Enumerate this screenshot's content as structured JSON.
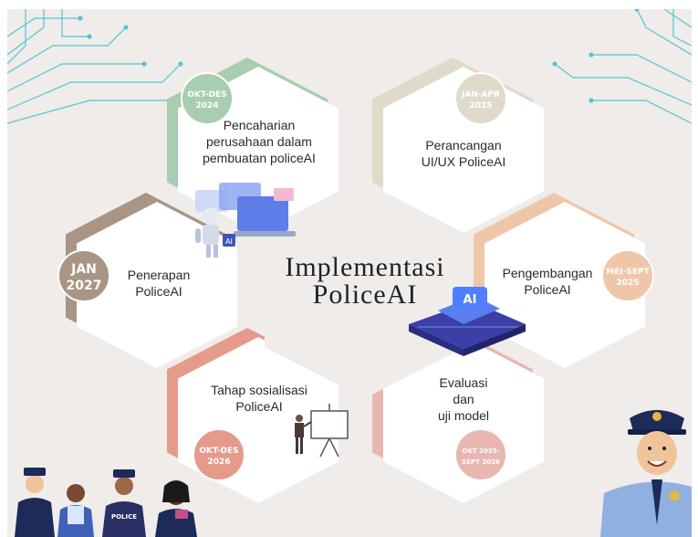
{
  "title": [
    "Implementasi",
    "PoliceAI"
  ],
  "stages": [
    {
      "id": "top-left",
      "date_lines": [
        "OKT-DES",
        "2024"
      ],
      "text_lines": [
        "Pencaharian",
        "perusahaan dalam",
        "pembuatan policeAI"
      ],
      "color": "#a8cdb0"
    },
    {
      "id": "top-right",
      "date_lines": [
        "JAN-APR",
        "2025"
      ],
      "text_lines": [
        "Perancangan",
        "UI/UX PoliceAI"
      ],
      "color": "#e0dacb"
    },
    {
      "id": "right",
      "date_lines": [
        "MEI-SEPT",
        "2025"
      ],
      "text_lines": [
        "Pengembangan",
        "PoliceAI"
      ],
      "color": "#efc7a8"
    },
    {
      "id": "bottom-right",
      "date_lines": [
        "OKT 2025-",
        "SEPT 2026"
      ],
      "text_lines": [
        "Evaluasi",
        "dan",
        "uji model"
      ],
      "color": "#e8b7b0"
    },
    {
      "id": "bottom-left",
      "date_lines": [
        "OKT-DES",
        "2026"
      ],
      "text_lines": [
        "Tahap sosialisasi",
        "PoliceAI"
      ],
      "color": "#e59a8c"
    },
    {
      "id": "left",
      "date_lines": [
        "JAN",
        "2027"
      ],
      "text_lines": [
        "Penerapan",
        "PoliceAI"
      ],
      "color": "#a89584"
    }
  ],
  "illustration_labels": {
    "chip": "AI",
    "badge": "POLICE"
  },
  "colors": {
    "background": "#efecea",
    "hexagon": "#ffffff",
    "circuit": "#56c4d2",
    "navy": "#1e2a5a"
  }
}
